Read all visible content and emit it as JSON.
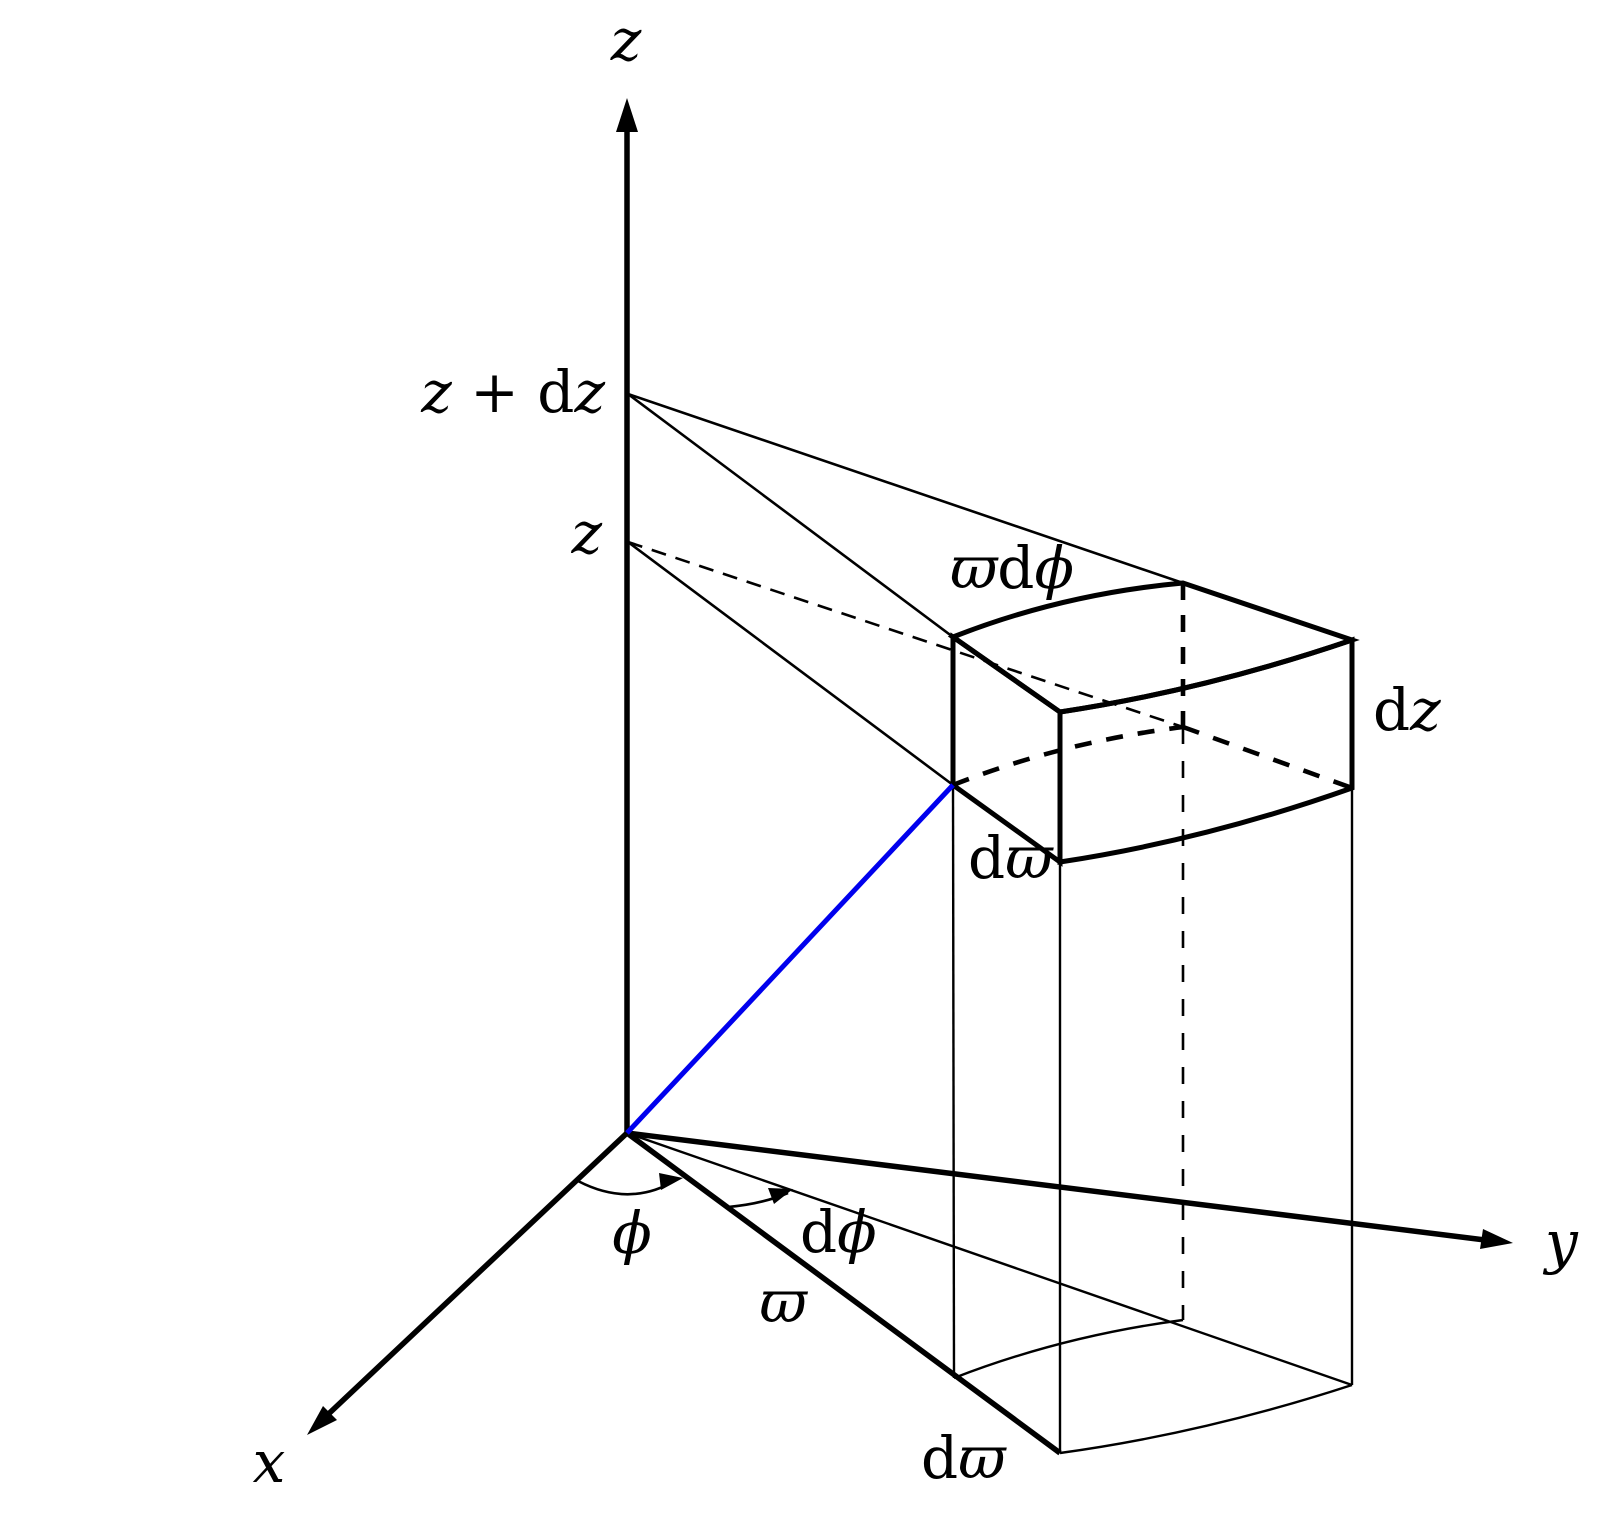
{
  "figure": {
    "colors": {
      "background": "#ffffff",
      "line": "#000000",
      "vector_blue": "#0000ee",
      "face_top": "#a9a9a9",
      "face_inner_side": "#6a6a6a",
      "face_outer": "#4f4f4f"
    },
    "labels": {
      "axis_z": "z",
      "axis_x": "x",
      "axis_y": "y",
      "z_plus_dz": {
        "var1": "z",
        "op": " + ",
        "diff": "d",
        "var2": "z"
      },
      "z_level": "z",
      "arc_top": {
        "varpi": "ϖ",
        "diff": "d",
        "phi": "ϕ"
      },
      "edge_dz": {
        "diff": "d",
        "var": "z"
      },
      "edge_dvarpi": {
        "diff": "d",
        "var": "ϖ"
      },
      "angle_phi": "ϕ",
      "angle_dphi": {
        "diff": "d",
        "var": "ϕ"
      },
      "radius_varpi": "ϖ",
      "base_dvarpi": {
        "diff": "d",
        "var": "ϖ"
      }
    }
  }
}
